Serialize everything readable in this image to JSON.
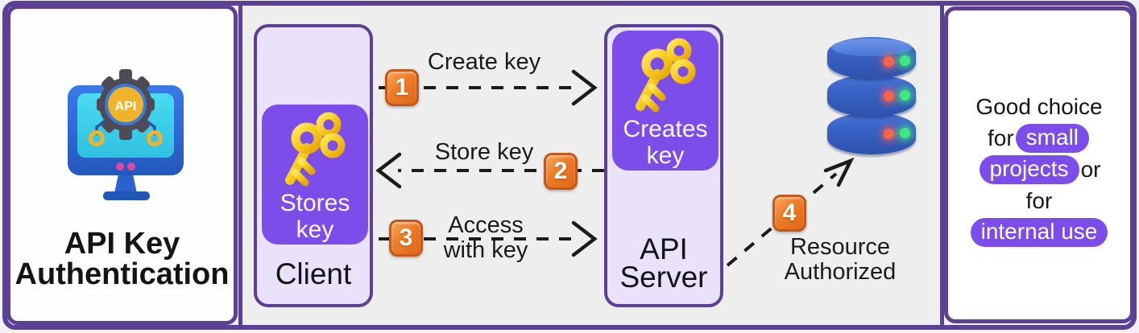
{
  "title": "API Key Authentication",
  "left_panel": {
    "line1": "API Key",
    "line2": "Authentication",
    "monitor_icon_label": "API"
  },
  "flow": {
    "client": {
      "label": "Client",
      "card_line1": "Stores",
      "card_line2": "key"
    },
    "api_server": {
      "label_line1": "API",
      "label_line2": "Server",
      "card_line1": "Creates",
      "card_line2": "key"
    },
    "steps": [
      {
        "num": "1",
        "label": "Create key",
        "direction": "right"
      },
      {
        "num": "2",
        "label": "Store key",
        "direction": "left"
      },
      {
        "num": "3",
        "label_line1": "Access",
        "label_line2": "with key",
        "direction": "right"
      },
      {
        "num": "4",
        "label_line1": "Resource",
        "label_line2": "Authorized",
        "direction": "up-right"
      }
    ]
  },
  "right_panel": {
    "line1": "Good choice",
    "line2_text": "for",
    "line2_pill": "small",
    "line3_pill": "projects",
    "line3_text": "or",
    "line4_text": "for",
    "line5_pill": "internal use"
  },
  "colors": {
    "border_purple": "#5b4095",
    "card_purple": "#7c4de8",
    "box_lavender": "#eae1fb",
    "panel_gray": "#efeeee",
    "badge_orange": "#e8701f",
    "key_gold": "#f2c41d",
    "database_blue": "#3a63c8",
    "led_red": "#ff604a",
    "led_green": "#3ee87e"
  }
}
